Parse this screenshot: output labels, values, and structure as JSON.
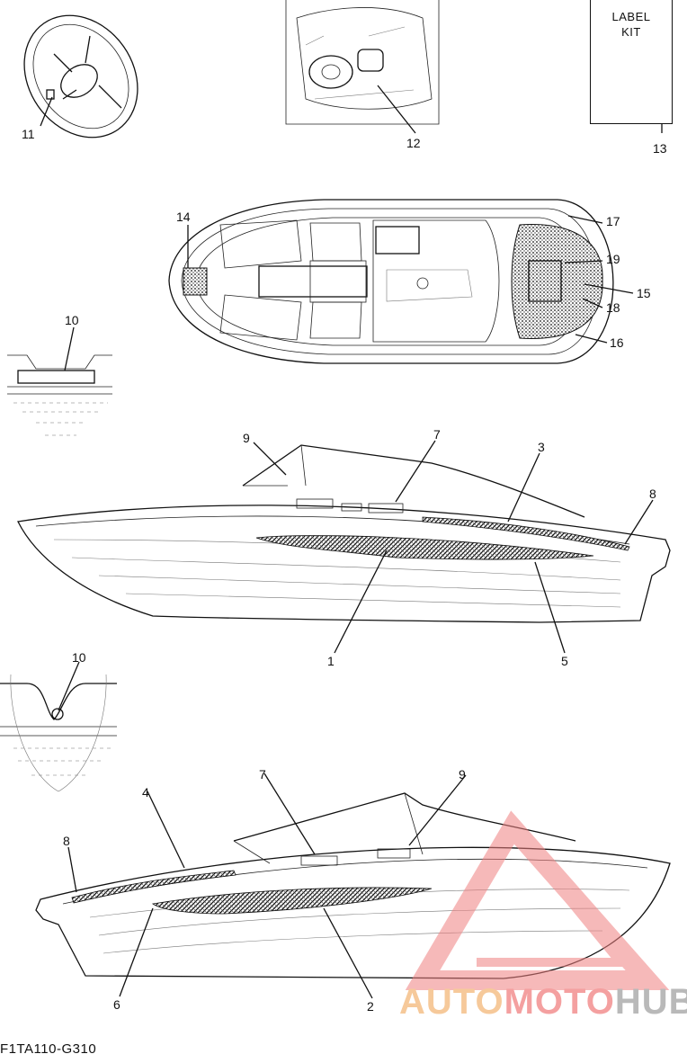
{
  "label_kit": {
    "text": "LABEL\nKIT"
  },
  "part_code": "F1TA110-G310",
  "watermark": {
    "part1": "AUTO",
    "part2": "MOTO",
    "part3": "HUB",
    "color_part1": "#f6c99a",
    "color_part2": "#f4a0a0",
    "color_part3": "#b9b9b9",
    "logo_color": "#f08080"
  },
  "callouts": {
    "c1": "1",
    "c2": "2",
    "c3": "3",
    "c4": "4",
    "c5": "5",
    "c6": "6",
    "c7a": "7",
    "c7b": "7",
    "c8a": "8",
    "c8b": "8",
    "c9a": "9",
    "c9b": "9",
    "c10a": "10",
    "c10b": "10",
    "c11": "11",
    "c12": "12",
    "c13": "13",
    "c14": "14",
    "c15": "15",
    "c16": "16",
    "c17": "17",
    "c18": "18",
    "c19": "19"
  }
}
